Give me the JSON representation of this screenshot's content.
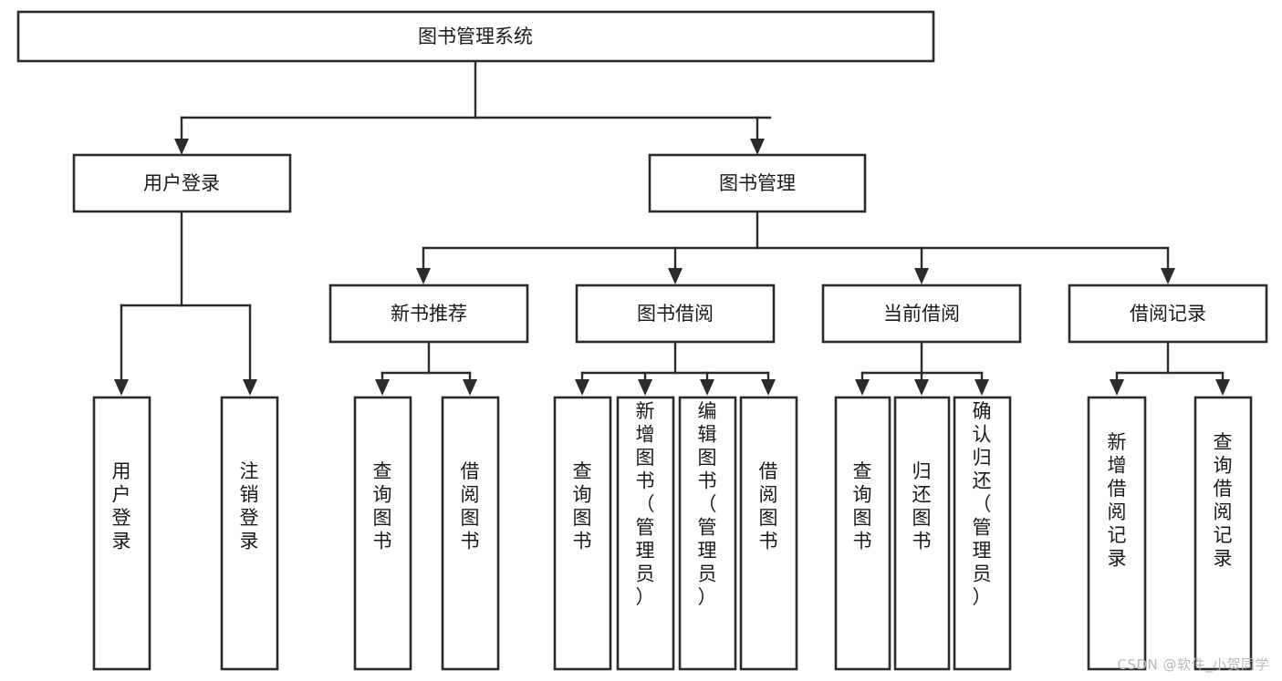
{
  "diagram": {
    "title": "图书管理系统",
    "type": "hierarchy-tree",
    "root": {
      "id": "root",
      "label": "图书管理系统",
      "orientation": "horizontal"
    },
    "level2": [
      {
        "id": "user-login",
        "label": "用户登录",
        "orientation": "horizontal"
      },
      {
        "id": "book-management",
        "label": "图书管理",
        "orientation": "horizontal"
      }
    ],
    "level3": [
      {
        "id": "new-book-recommend",
        "label": "新书推荐",
        "orientation": "horizontal",
        "parent": "book-management"
      },
      {
        "id": "book-borrow",
        "label": "图书借阅",
        "orientation": "horizontal",
        "parent": "book-management"
      },
      {
        "id": "current-borrow",
        "label": "当前借阅",
        "orientation": "horizontal",
        "parent": "book-management"
      },
      {
        "id": "borrow-record",
        "label": "借阅记录",
        "orientation": "horizontal",
        "parent": "book-management"
      }
    ],
    "leaves": [
      {
        "id": "leaf-user-login",
        "label": "用户登录",
        "orientation": "vertical",
        "parent": "user-login"
      },
      {
        "id": "leaf-user-logout",
        "label": "注销登录",
        "orientation": "vertical",
        "parent": "user-login"
      },
      {
        "id": "leaf-query-book-1",
        "label": "查询图书",
        "orientation": "vertical",
        "parent": "new-book-recommend"
      },
      {
        "id": "leaf-borrow-book-1",
        "label": "借阅图书",
        "orientation": "vertical",
        "parent": "new-book-recommend"
      },
      {
        "id": "leaf-query-book-2",
        "label": "查询图书",
        "orientation": "vertical",
        "parent": "book-borrow"
      },
      {
        "id": "leaf-add-book",
        "label": "新增图书（管理员）",
        "orientation": "vertical",
        "parent": "book-borrow"
      },
      {
        "id": "leaf-edit-book",
        "label": "编辑图书（管理员）",
        "orientation": "vertical",
        "parent": "book-borrow"
      },
      {
        "id": "leaf-borrow-book-2",
        "label": "借阅图书",
        "orientation": "vertical",
        "parent": "book-borrow"
      },
      {
        "id": "leaf-query-book-3",
        "label": "查询图书",
        "orientation": "vertical",
        "parent": "current-borrow"
      },
      {
        "id": "leaf-return-book",
        "label": "归还图书",
        "orientation": "vertical",
        "parent": "current-borrow"
      },
      {
        "id": "leaf-confirm-return",
        "label": "确认归还（管理员）",
        "orientation": "vertical",
        "parent": "current-borrow"
      },
      {
        "id": "leaf-add-record",
        "label": "新增借阅记录",
        "orientation": "vertical",
        "parent": "borrow-record"
      },
      {
        "id": "leaf-query-record",
        "label": "查询借阅记录",
        "orientation": "vertical",
        "parent": "borrow-record"
      }
    ],
    "colors": {
      "stroke": "#2b2b2b",
      "fill": "#ffffff",
      "text": "#1a1a1a",
      "watermark": "#b9b9b9"
    }
  },
  "watermark": {
    "text": "CSDN @软件_小贺同学"
  }
}
